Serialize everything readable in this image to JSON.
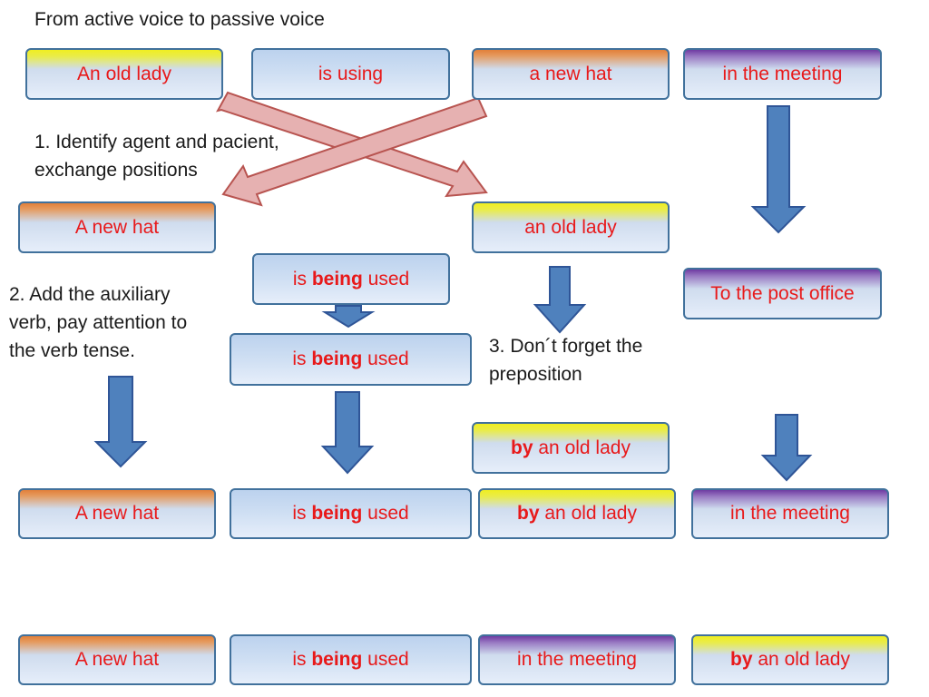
{
  "title": "From active voice to passive voice",
  "row_active": {
    "agent": "An old lady",
    "verb": "is using",
    "patient": "a new hat",
    "place": "in the meeting"
  },
  "step1": {
    "line1": "1.  Identify agent and pacient,",
    "line2": "exchange positions"
  },
  "row_swapped": {
    "patient": "A new hat",
    "agent": "an old lady"
  },
  "aux": {
    "prefix": "is ",
    "bold": "being",
    "suffix": " used"
  },
  "place_changed": "To the post office",
  "step2": {
    "line1": "2. Add the auxiliary",
    "line2": "verb, pay attention to",
    "line3": "the verb tense."
  },
  "step3": {
    "line1": "3. Don´t forget the",
    "line2": "preposition"
  },
  "by_phrase": {
    "bold": "by",
    "rest": " an old lady"
  },
  "row_passive1": {
    "subject": "A new hat",
    "place": "in the meeting"
  },
  "row_passive2": {
    "subject": "A new hat",
    "place": "in the meeting"
  },
  "colors": {
    "box_border": "#41719c",
    "box_text": "#e8191a",
    "down_arrow": "#4f81bd",
    "cross_arrow": "#e6b1b1"
  }
}
